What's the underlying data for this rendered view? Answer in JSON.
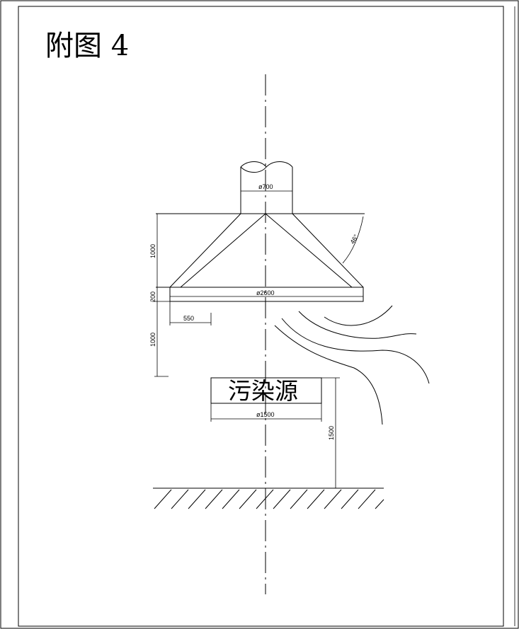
{
  "drawing": {
    "title": "附图 4",
    "pollution_source_label": "污染源",
    "dimensions": {
      "pipe_diameter": "ø700",
      "hood_diameter": "ø2600",
      "source_diameter": "ø1500",
      "hood_height": "1000",
      "rim_height": "200",
      "gap_height": "1000",
      "offset_width": "550",
      "source_height": "1500",
      "angle": "46°"
    }
  }
}
